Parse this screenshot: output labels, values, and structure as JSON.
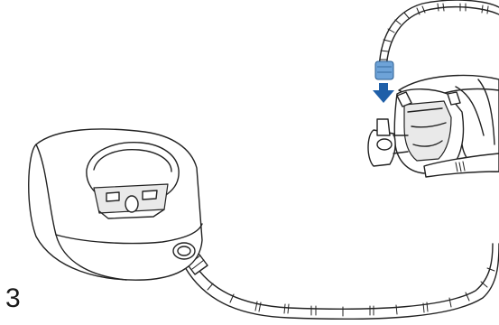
{
  "step": {
    "number": "3"
  },
  "colors": {
    "line": "#222222",
    "connector": "#6ea3d8",
    "arrow": "#1f5fa8",
    "background": "#ffffff"
  },
  "icons": {
    "arrow": "down-arrow-icon",
    "device": "cpap-device",
    "mask": "nasal-mask-with-headgear",
    "tube": "air-tubing"
  }
}
